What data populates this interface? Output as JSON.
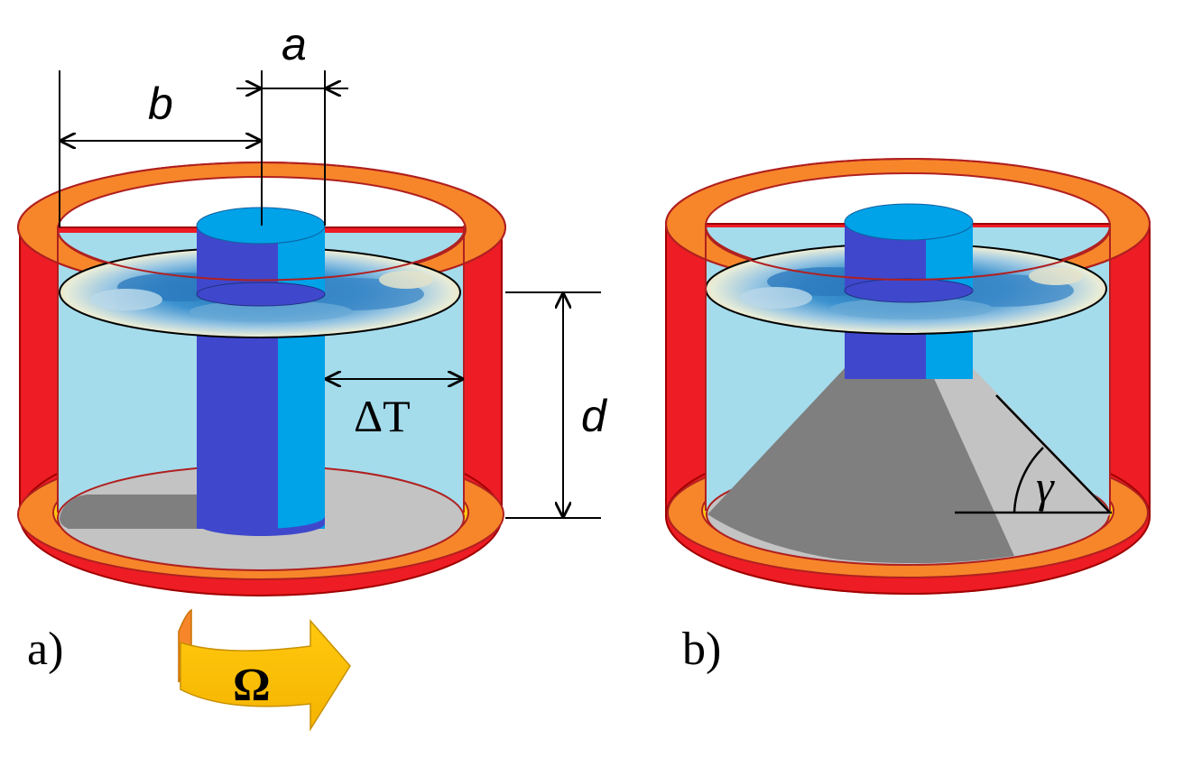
{
  "panel_a": {
    "caption": "a)",
    "label_a": "a",
    "label_b": "b",
    "label_d": "d",
    "label_delta_t": "ΔT",
    "label_omega": "Ω"
  },
  "panel_b": {
    "caption": "b)",
    "label_gamma": "γ"
  },
  "colors": {
    "outer_wall": "#ee1c24",
    "wall_top": "#f7862a",
    "fluid": "#a4dcec",
    "cylinder_dark": "#3f48cc",
    "cylinder_light": "#00a2e8",
    "floor": "#c3c3c3",
    "floor_shadow": "#7f7f7f",
    "gold_ring": "#ffc90e",
    "omega_arrow": "#ffc90e"
  }
}
